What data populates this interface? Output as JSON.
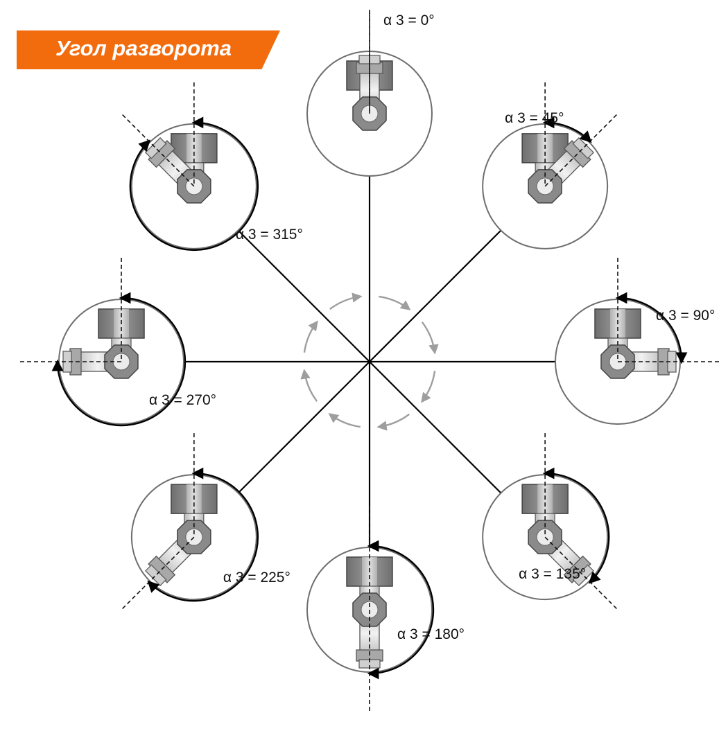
{
  "title": "Угол разворота",
  "colors": {
    "banner": "#f26b0c",
    "circle": "#6e6e6e",
    "axis": "#000000",
    "inner_arrows": "#9e9e9e",
    "fitting_dark": "#7d7d7d",
    "fitting_light": "#d6d6d6"
  },
  "positions": [
    {
      "angle": 0,
      "label": "α 3 = 0°"
    },
    {
      "angle": 45,
      "label": "α 3 = 45°"
    },
    {
      "angle": 90,
      "label": "α 3 = 90°"
    },
    {
      "angle": 135,
      "label": "α 3 = 135°"
    },
    {
      "angle": 180,
      "label": "α 3 = 180°"
    },
    {
      "angle": 225,
      "label": "α 3 = 225°"
    },
    {
      "angle": 270,
      "label": "α 3 = 270°"
    },
    {
      "angle": 315,
      "label": "α 3 = 315°"
    }
  ]
}
